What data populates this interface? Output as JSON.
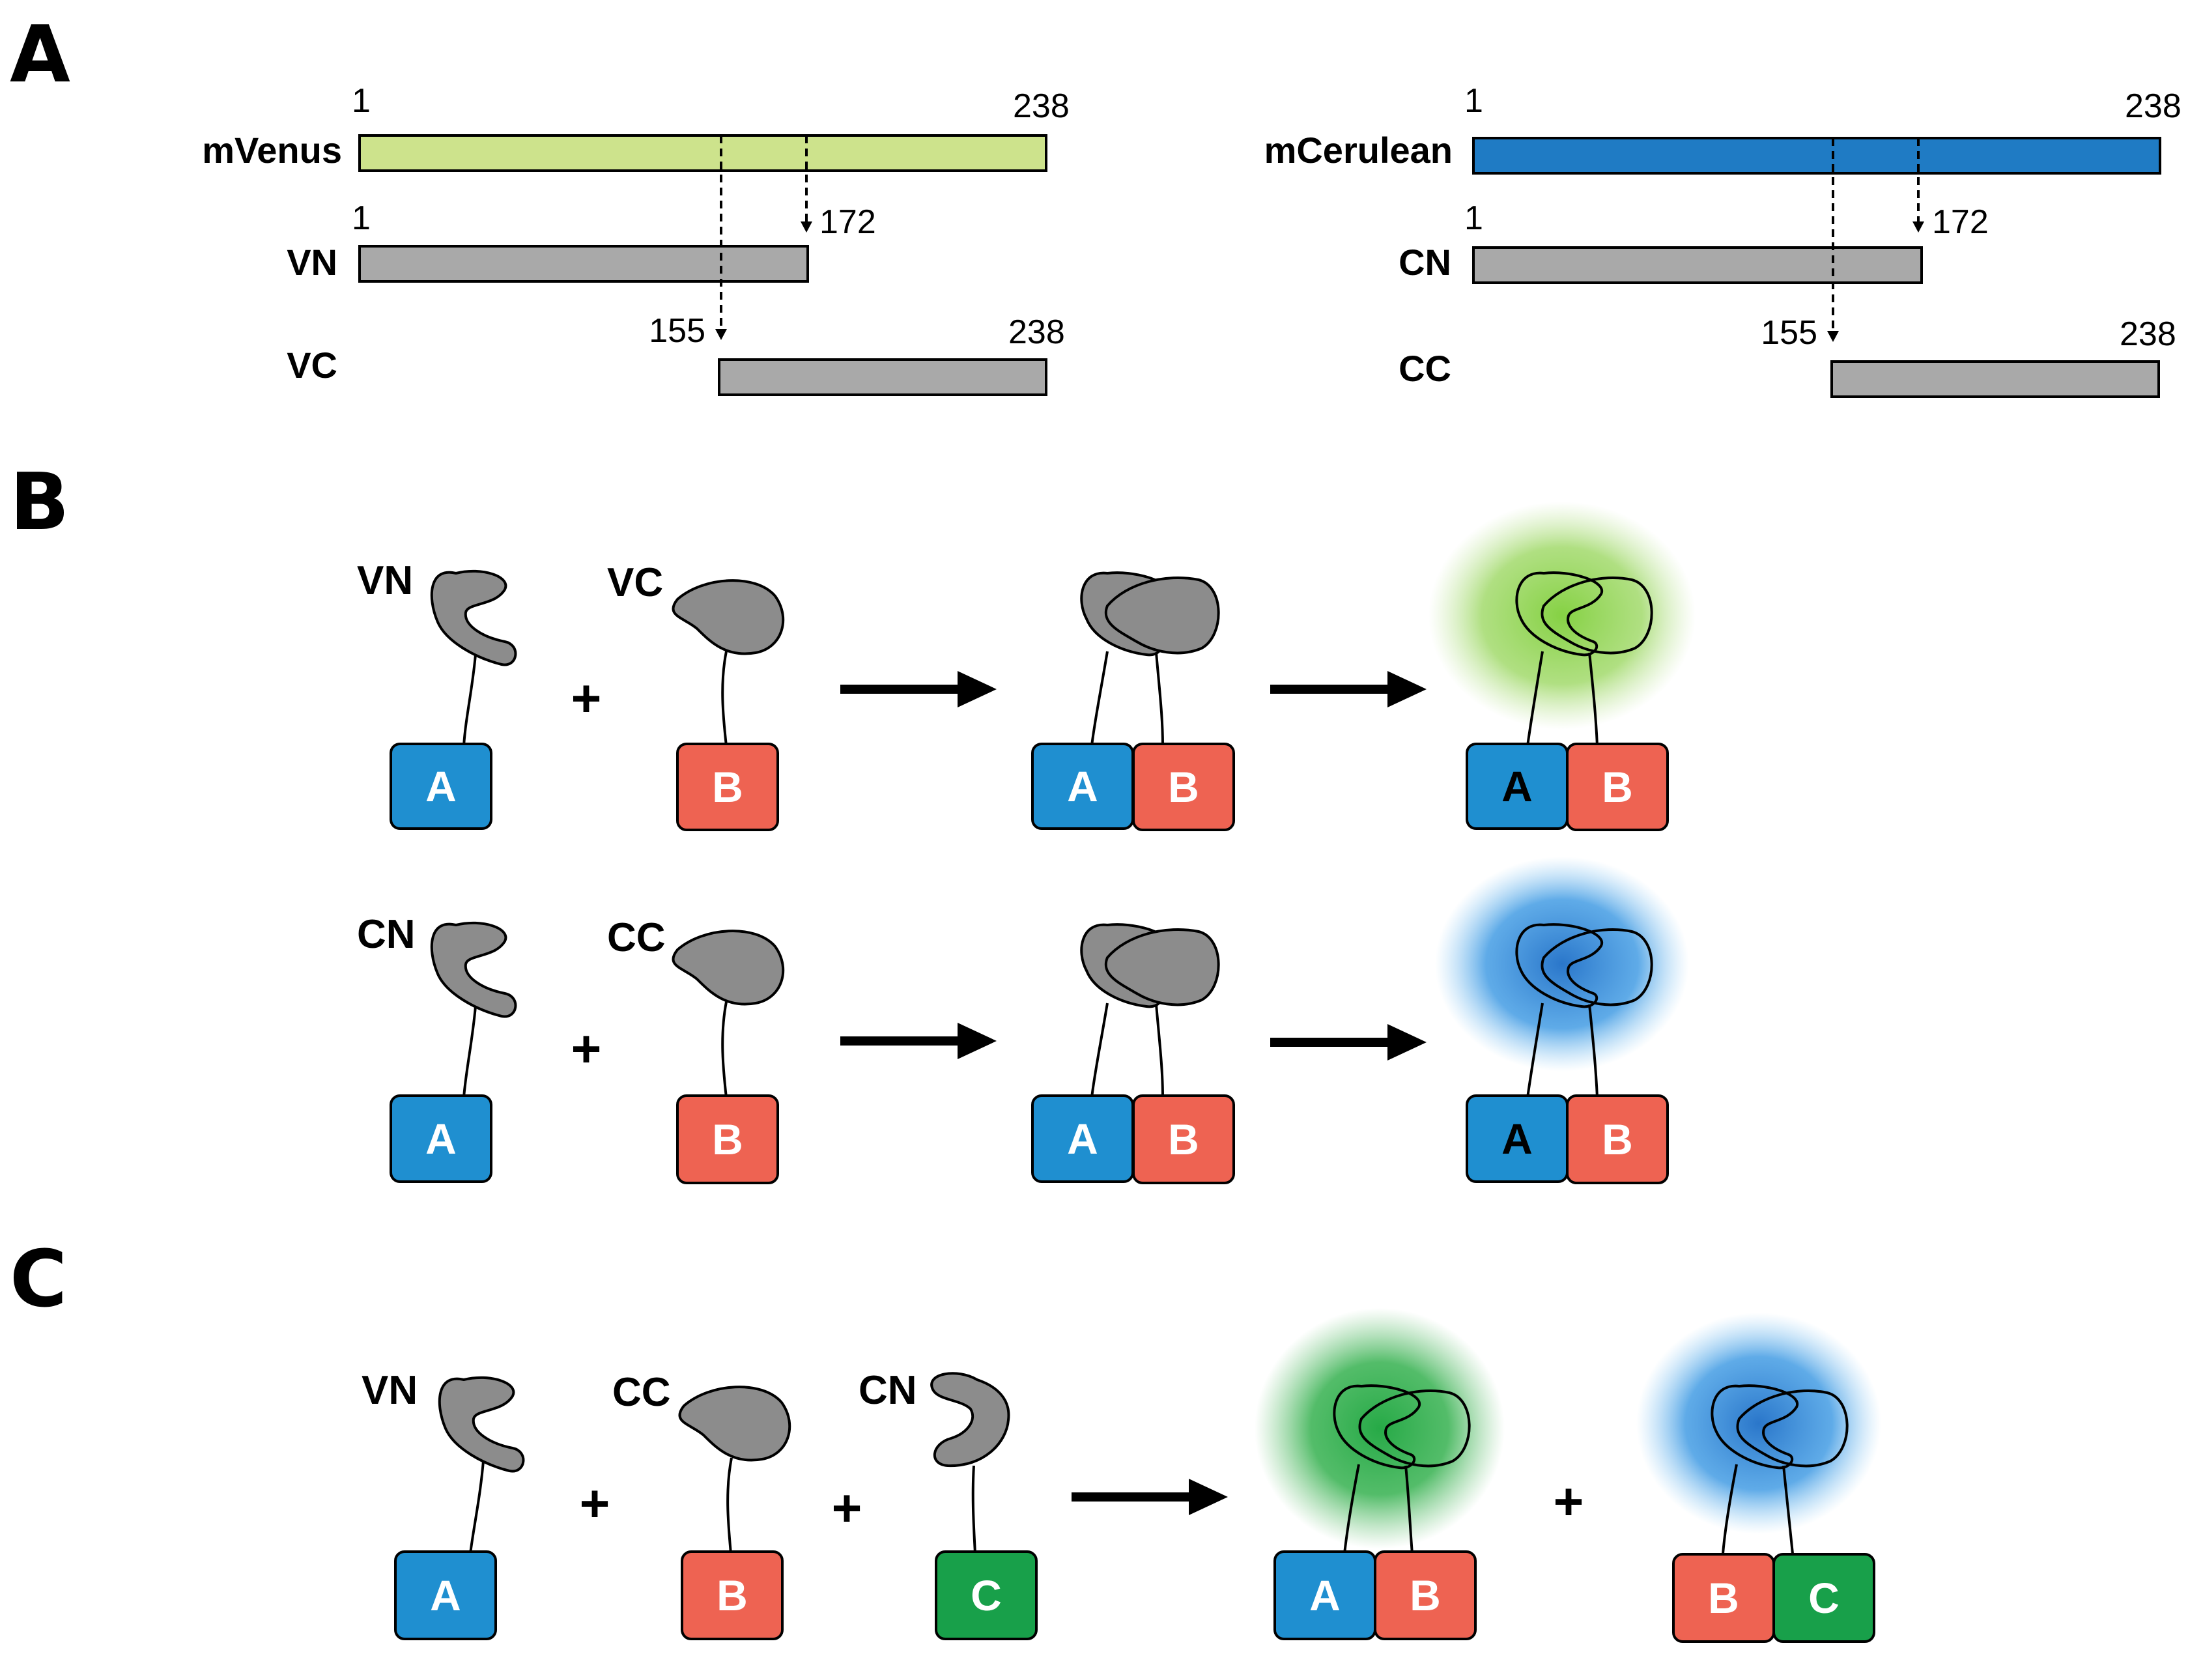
{
  "panelA": {
    "letter": "A",
    "venus": {
      "name": "mVenus",
      "start": "1",
      "end": "238",
      "color": "#cde38c",
      "fragN": {
        "name": "VN",
        "start": "1",
        "end": "172"
      },
      "fragC": {
        "name": "VC",
        "start": "155",
        "end": "238"
      }
    },
    "cerulean": {
      "name": "mCerulean",
      "start": "1",
      "end": "238",
      "color": "#1f7bc4",
      "fragN": {
        "name": "CN",
        "start": "1",
        "end": "172"
      },
      "fragC": {
        "name": "CC",
        "start": "155",
        "end": "238"
      }
    },
    "fragment_color": "#a9a9a9"
  },
  "panelB": {
    "letter": "B",
    "row1": {
      "frag1": "VN",
      "frag2": "VC",
      "plus": "+",
      "glow": "green"
    },
    "row2": {
      "frag1": "CN",
      "frag2": "CC",
      "plus": "+",
      "glow": "blue"
    }
  },
  "panelC": {
    "letter": "C",
    "frag1": "VN",
    "frag2": "CC",
    "frag3": "CN",
    "plus": "+"
  },
  "proteins": {
    "A": "A",
    "B": "B",
    "C": "C"
  },
  "colors": {
    "A": "#1f8fd0",
    "B": "#ee6352",
    "C": "#18a04a",
    "green_glow": "#7fcf3a",
    "blue_glow": "#1f7fd0",
    "fragment": "#8c8c8c"
  }
}
